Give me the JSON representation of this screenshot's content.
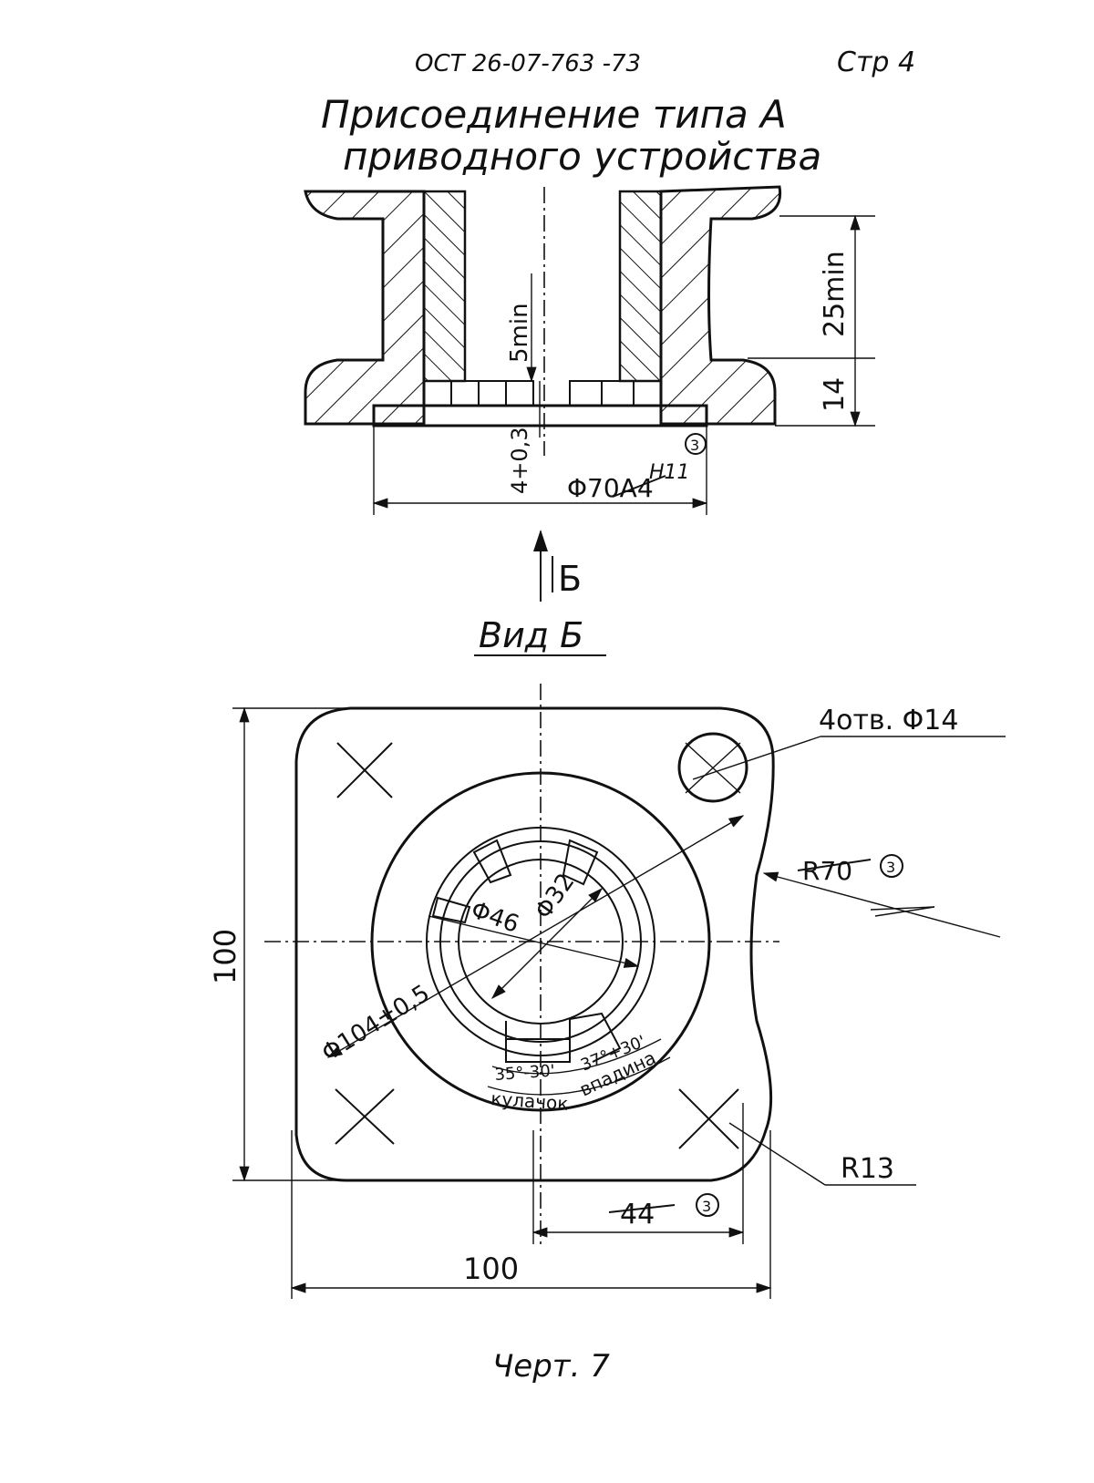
{
  "header": {
    "doc_number": "ОСТ 26-07-763 -73",
    "page": "Стр 4"
  },
  "title": {
    "line1": "Присоединение типа А",
    "line2": "приводного устройства"
  },
  "section_view": {
    "dim_height_min": "25min",
    "dim_base": "14",
    "dim_inner_min": "5min",
    "dim_groove": "4+0,3",
    "dim_diameter": "Φ70А4",
    "tolerance_note": "H11",
    "revision_mark": "3"
  },
  "arrow_label": "Б",
  "view_title": "Вид Б",
  "plan_view": {
    "holes_note": "4отв. Φ14",
    "radius_note": "R70",
    "radius_revision": "3",
    "small_radius": "R13",
    "dia_46": "Φ46",
    "dia_32": "Φ32",
    "dia_104": "Φ104±0,5",
    "angle_cam": "35°-30'",
    "angle_groove": "37°+30'",
    "label_cam": "кулачок",
    "label_groove": "впадина",
    "dim_height": "100",
    "dim_width": "100",
    "dim_offset": "44",
    "offset_revision": "3"
  },
  "caption": "Черт. 7"
}
